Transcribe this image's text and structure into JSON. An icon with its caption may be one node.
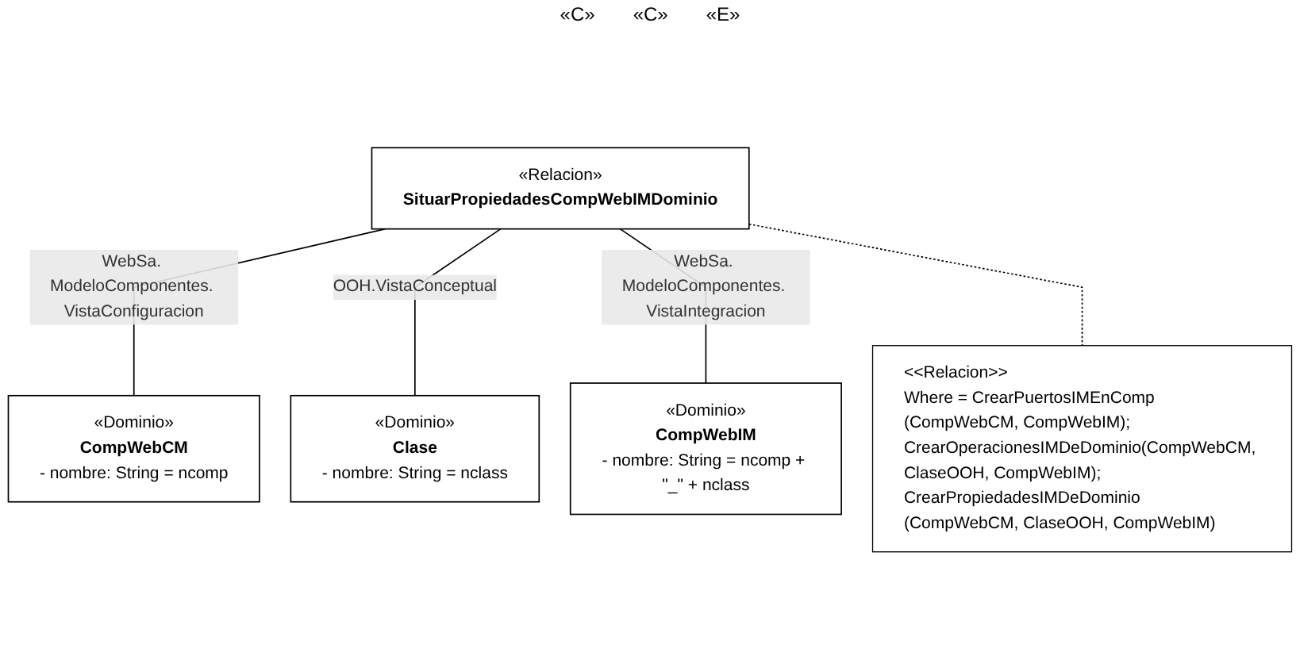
{
  "diagram": {
    "nodes": [
      {
        "text": [
          "«Relacion»",
          "SituarPropiedadesCompWebIMDominio"
        ]
      },
      {
        "text": [
          "«Dominio»",
          "CompWebCM",
          "- nombre: String = ncomp"
        ]
      },
      {
        "text": [
          "«Dominio»",
          "Clase",
          "- nombre: String = nclass"
        ]
      },
      {
        "text": [
          "«Dominio»",
          "CompWebIM",
          "- nombre: String = ncomp + \"_\" + nclass"
        ]
      },
      {
        "text": [
          "<<Relacion>>",
          "Where = CrearPuertosIMEnComp (CompWebCM, CompWebIM); CrearOperacionesIMDeDominio(CompWebCM, ClaseOOH, CompWebIM); CrearPropiedadesIMDeDominio (CompWebCM, ClaseOOH, CompWebIM)"
        ]
      }
    ],
    "edges": [
      {
        "from": 0,
        "to": 1,
        "arrow": "none",
        "label": "WebSa. ModeloComponentes. VistaConfiguracion"
      },
      {
        "from": 0,
        "to": 2,
        "arrow": "none",
        "label": "OOH.VistaConceptual"
      },
      {
        "from": 0,
        "to": 3,
        "arrow": "none",
        "label": "WebSa. ModeloComponentes. VistaIntegracion"
      },
      {
        "from": 0,
        "to": 4,
        "arrow": "none",
        "style": "dashed"
      }
    ],
    "labels": [
      "«C»",
      "«C»",
      "«E»"
    ]
  }
}
